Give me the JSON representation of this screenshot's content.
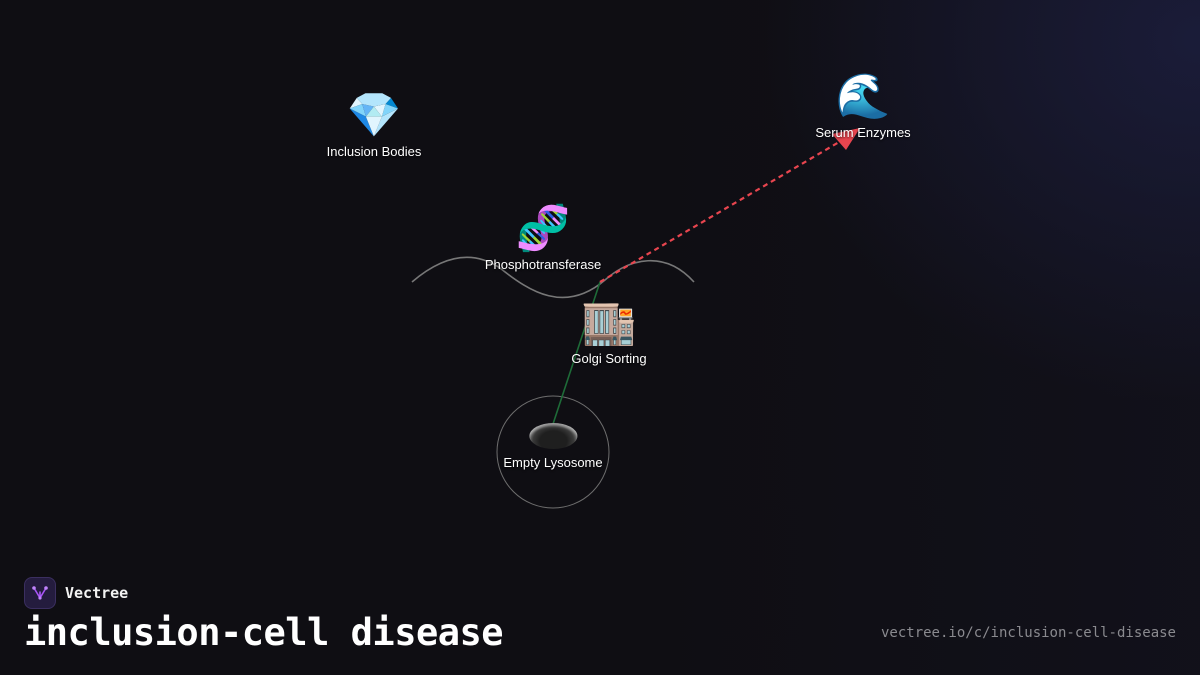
{
  "brand": {
    "name": "Vectree"
  },
  "title": "inclusion-cell disease",
  "url": "vectree.io/c/inclusion-cell-disease",
  "colors": {
    "background": "#0f0e13",
    "dashed_edge": "#e8454f",
    "solid_edge": "#1e6b38",
    "wave": "#8a8a8a",
    "ring": "#7a7a7a",
    "brand_accent": "#a855f7"
  },
  "nodes": {
    "inclusion_bodies": {
      "label": "Inclusion Bodies",
      "icon": "💎",
      "icon_name": "gem-icon"
    },
    "serum_enzymes": {
      "label": "Serum Enzymes",
      "icon": "🌊",
      "icon_name": "wave-icon"
    },
    "phosphotransferase": {
      "label": "Phosphotransferase",
      "icon": "🧬",
      "icon_name": "dna-icon"
    },
    "golgi_sorting": {
      "label": "Golgi Sorting",
      "icon": "🏬",
      "icon_name": "building-icon"
    },
    "empty_lysosome": {
      "label": "Empty Lysosome",
      "icon_name": "empty-disc-icon"
    }
  }
}
